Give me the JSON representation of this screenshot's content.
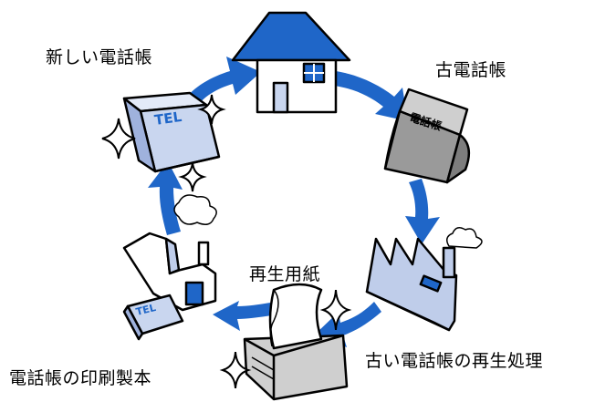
{
  "labels": {
    "new_phonebook": "新しい電話帳",
    "old_phonebook": "古電話帳",
    "recycled_paper": "再生用紙",
    "recycle_process": "古い電話帳の再生処理",
    "print_binding": "電話帳の印刷製本"
  },
  "book_text": {
    "tel_top": "TEL",
    "tel_bottom": "TEL",
    "old_book": "電話帳"
  },
  "colors": {
    "arrow": "#1f66c8",
    "roof": "#1f66c8",
    "book_blue": "#c9d6ef",
    "book_gray": "#9a9a9a",
    "factory_blue": "#bfcdea",
    "outline": "#000000"
  }
}
